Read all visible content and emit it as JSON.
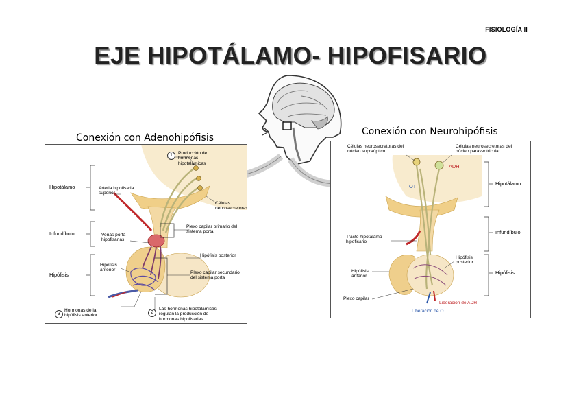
{
  "header": {
    "course": "FISIOLOGÍA II"
  },
  "title": "EJE HIPOTÁLAMO- HIPOFISARIO",
  "left_panel": {
    "subtitle": "Conexión con Adenohipófisis",
    "region_labels": [
      "Hipotálamo",
      "Infundíbulo",
      "Hipófisis"
    ],
    "labels": {
      "step1": "Producción de hormonas hipotalámicas",
      "arteria": "Arteria hipofisaria superior",
      "celulas": "Células neurosecretoras",
      "plexo_primario": "Plexo capilar primario del sistema porta",
      "venas": "Venas porta hipofisarias",
      "hipofisis_posterior": "Hipófisis posterior",
      "hipofisis_anterior": "Hipófisis anterior",
      "plexo_secundario": "Plexo capilar secundario del sistema porta",
      "step2": "Las hormonas hipotalámicas regulan la producción de hormonas hipofisarias",
      "step3": "Hormonas de la hipófisis anterior"
    },
    "step_numbers": [
      "1",
      "2",
      "3"
    ]
  },
  "right_panel": {
    "subtitle": "Conexión con Neurohipófisis",
    "region_labels": [
      "Hipotálamo",
      "Infundíbulo",
      "Hipófisis"
    ],
    "labels": {
      "supraoptico": "Células neurosecretoras del núcleo supraóptico",
      "paraventricular": "Células neurosecretoras del núcleo paraventricular",
      "adh": "ADH",
      "ot": "OT",
      "tracto": "Tracto hipotálamo-hipofisario",
      "hipofisis_anterior": "Hipófisis anterior",
      "hipofisis_posterior": "Hipófisis posterior",
      "plexo": "Plexo capilar",
      "liberacion_adh": "Liberación de ADH",
      "liberacion_ot": "Liberación de OT"
    }
  },
  "colors": {
    "title_shadow": "#9a9a9a",
    "tissue": "#f3d9a4",
    "tissue_dark": "#e5b765",
    "nerve": "#b9b37a",
    "artery": "#c0282a",
    "vein": "#4a5aa6",
    "adh_red": "#c0282a",
    "ot_blue": "#2a56a8"
  }
}
